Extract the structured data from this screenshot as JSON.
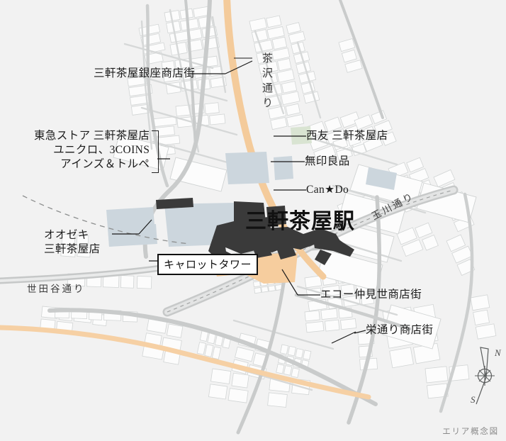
{
  "map": {
    "title": "三軒茶屋駅",
    "credit": "エリア概念図",
    "colors": {
      "background": "#f2f2f2",
      "building_fill": "#fbfbfb",
      "building_stroke": "#cfd2d2",
      "road_gray": "#c9cbcb",
      "road_orange": "#f4cb9b",
      "block_blue": "#ccd6dd",
      "block_green": "#d9e4d2",
      "station_black": "#3a3a3a",
      "plaza_orange": "#f6cd9e",
      "label_text": "#1b1b1b",
      "credit_text": "#8a8a8a"
    }
  },
  "station": {
    "label": "三軒茶屋駅"
  },
  "roads": [
    {
      "name": "茶沢通り",
      "orientation": "vertical"
    },
    {
      "name": "玉川通り",
      "orientation": "diagonal"
    },
    {
      "name": "世田谷通り",
      "orientation": "horizontal"
    }
  ],
  "callouts": [
    {
      "id": "ginza",
      "label": "三軒茶屋銀座商店街"
    },
    {
      "id": "seiyu",
      "label": "西友 三軒茶屋店"
    },
    {
      "id": "muji",
      "label": "無印良品"
    },
    {
      "id": "cando",
      "label": "Can★Do"
    },
    {
      "id": "echo",
      "label": "エコー仲見世商店街"
    },
    {
      "id": "sakae",
      "label": "栄通り商店街"
    }
  ],
  "grouped_callout": {
    "lines": [
      "東急ストア 三軒茶屋店",
      "ユニクロ、3COINS",
      "アインズ＆トルペ"
    ]
  },
  "ozeki_callout": {
    "lines": [
      "オオゼキ",
      "三軒茶屋店"
    ]
  },
  "landmark_box": {
    "label": "キャロットタワー"
  },
  "compass": {
    "north": "N",
    "south": "S"
  }
}
